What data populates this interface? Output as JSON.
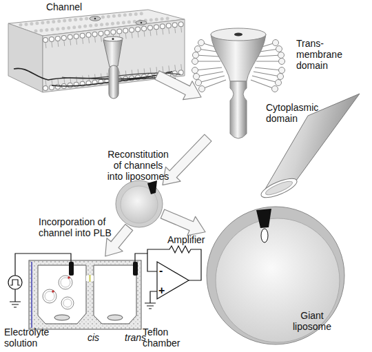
{
  "diagram": {
    "nodes": [
      {
        "text": [
          "Channel"
        ]
      },
      {
        "text": [
          "Trans-membrane domain",
          "Cytoplasmic domain"
        ]
      },
      {
        "text": []
      },
      {
        "text": [
          "Electrolyte solution",
          "Teflon chamber",
          "cis",
          "trans"
        ]
      },
      {
        "text": [
          "Giant liposome"
        ]
      }
    ],
    "edges": [
      {
        "from": 0,
        "to": 1,
        "arrow": "to"
      },
      {
        "from": 1,
        "to": 2,
        "label": "Reconstitution of channels into liposomes",
        "arrow": "to"
      },
      {
        "from": 2,
        "to": 3,
        "label": "Incorporation of channel into PLB",
        "arrow": "to"
      },
      {
        "from": 2,
        "to": 4,
        "arrow": "to"
      }
    ],
    "labels": [
      "Amplifier",
      "-",
      "+"
    ]
  }
}
